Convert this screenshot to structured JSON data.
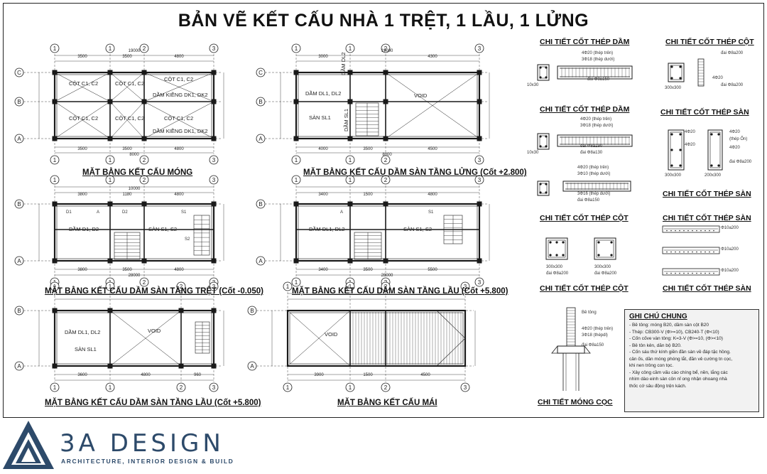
{
  "title": "BẢN VẼ KẾT CẤU NHÀ 1 TRỆT, 1 LẦU, 1 LỬNG",
  "grid_labels": [
    "1",
    "1",
    "2",
    "3",
    "A",
    "B",
    "C"
  ],
  "plans": {
    "mong": {
      "caption": "MẶT BẰNG KẾT CẤU MÓNG",
      "labels": [
        "CỘT C1, C2",
        "CỘT C1, C2",
        "CỘT C1, C2",
        "DẦM KIỀNG DK1, DK2",
        "CỘT C1, C2",
        "CỘT C1, C2",
        "CỘT C1, C2",
        "DẦM KIỀNG DK1, DK2"
      ],
      "dims_top": [
        "3500",
        "3500",
        "19000",
        "4800"
      ],
      "dims_bot": [
        "3500",
        "3500",
        "4800",
        "8000"
      ]
    },
    "lung": {
      "caption": "MẶT BẰNG KẾT CẤU DẦM SÀN TẦNG LỬNG (Cốt +2.800)",
      "labels": [
        "DẦM DL1, DL2",
        "DẦM DL2",
        "SÀN SL1",
        "DẦM SL1",
        "VOID"
      ],
      "dims_top": [
        "3000",
        "19000",
        "4300"
      ],
      "dims_bot": [
        "4000",
        "3500",
        "4500",
        "8000"
      ]
    },
    "tret": {
      "caption": "MẶT BẰNG KẾT CẤU DẦM SÀN TẦNG TRỆT (Cốt -0.050)",
      "labels": [
        "DẦM D1, D2",
        "SÀN S1, S2",
        "D1",
        "A",
        "D2",
        "S1",
        "S2"
      ],
      "dims_top": [
        "3800",
        "1180",
        "10000",
        "4800"
      ],
      "dims_bot": [
        "3800",
        "3500",
        "4800",
        "28000"
      ]
    },
    "lau": {
      "caption": "MẶT BẰNG KẾT CẤU DẦM SÀN TẦNG LẦU (Cốt +5.800)",
      "labels": [
        "DẦM DL1, DL2",
        "SÀN S1, S2",
        "A",
        "S1"
      ],
      "dims_top": [
        "3400",
        "1500",
        "4800"
      ],
      "dims_bot": [
        "3400",
        "3500",
        "5500",
        "28000"
      ]
    },
    "lau2": {
      "caption": "MẶT BẰNG KẾT CẤU DẦM SÀN TẦNG LẦU (Cốt +5.800)",
      "labels": [
        "DẦM DL1, DL2",
        "SÀN SL1",
        "VOID"
      ],
      "dims_bot": [
        "3600",
        "4800",
        "960"
      ]
    },
    "mai": {
      "caption": "MẶT BẰNG KẾT CẤU MÁI",
      "labels": [
        "VOID"
      ],
      "dims_bot": [
        "3900",
        "1500",
        "4500"
      ]
    }
  },
  "details": {
    "dam1": {
      "title": "CHI TIẾT CỐT THÉP DẦM",
      "notes": [
        "4Φ20 (thép trên)",
        "3Φ18 (thép dưới)",
        "đai Φ8a150"
      ],
      "section": "10x30"
    },
    "cot1": {
      "title": "CHI TIẾT CỐT THÉP CỘT",
      "notes": [
        "đai Φ8a200",
        "4Φ20",
        "đai Φ8a200"
      ],
      "section": "300x300"
    },
    "dam2": {
      "title": "CHI TIẾT CỐT THÉP DẦM",
      "notes": [
        "4Φ20 (thép trên)",
        "3Φ18 (thép dưới)",
        "đai Φ8a190",
        "đai Φ8a130"
      ],
      "section": "10x30"
    },
    "san1": {
      "title": "CHI TIẾT CỐT THÉP SÀN",
      "notes": [
        "4Φ20",
        "4Φ20",
        "4Φ20",
        "4Φ20",
        "(thép Ốn)",
        "đai Φ8a200"
      ],
      "sections": [
        "300x300",
        "200x300"
      ]
    },
    "dam3": {
      "notes": [
        "4Φ20 (thép trên)",
        "3Φ10 (thép dưới)",
        "3Φ16 (thép dưới)",
        "đai Φ8a150"
      ]
    },
    "san2": {
      "title": "CHI TIẾT CỐT THÉP SÀN"
    },
    "cot2": {
      "title": "CHI TIẾT CỐT THÉP CỘT",
      "sections": [
        "300x300",
        "300x300"
      ],
      "stirrups": [
        "đai Φ8a200",
        "đai Φ8a200"
      ]
    },
    "san3": {
      "title": "CHI TIẾT CỐT THÉP SÀN",
      "notes": [
        "Φ10a200",
        "Φ10a200",
        "Φ10a200"
      ]
    },
    "cot3": {
      "title": "CHI TIẾT CỐT THÉP CỘT"
    },
    "san4": {
      "title": "CHI TIẾT CỐT THÉP SÀN"
    },
    "moc": {
      "title": "CHI TIẾT MÓNG CỌC",
      "notes": [
        "Bê tông",
        "4Φ20 (thép trên)",
        "3Φ18 (thépdl)",
        "đai Φ8a150"
      ]
    }
  },
  "general_notes": {
    "title": "GHI CHÚ CHUNG",
    "lines": [
      "- Bê tông: móng B20, dầm sàn cột B20",
      "- Thép: CB300-V (Φ>=10), CB240-T (Φ<10)",
      "- Cốn cốve vàn tông: K=3-V (Φ>=10, (Φ><10)",
      "- Bê tôn kẻn, dăn bộ B20.",
      "- Cốn sáu thứ kính giền đần sàn về đáp tặc hồng.",
      "  cân ốs, dần móng phóng lắt, đăn vẻ cường tn cọc,",
      "  khi nen trông con tọc.",
      "- Xây công cầm vấu cào chíng bể, nền, lắng các",
      "  nhìm dào einh sàn côn nỉ ong nhận ohoang nhà",
      "  thốc cớ sâu động trện kách."
    ]
  },
  "brand": {
    "name": "3A DESIGN",
    "tagline": "ARCHITECTURE, INTERIOR DESIGN & BUILD"
  },
  "colors": {
    "ink": "#1a1a1a",
    "brand": "#2d4a6a",
    "notes_bg": "#f2f2f2"
  }
}
